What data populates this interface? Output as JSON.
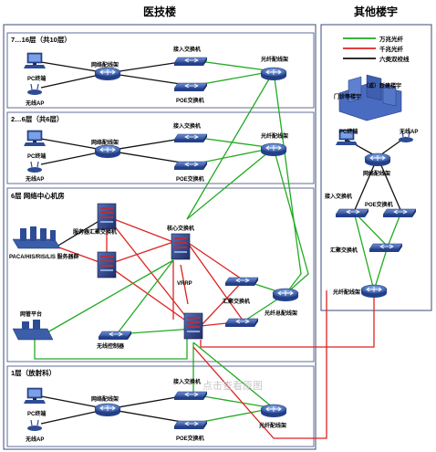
{
  "headers": {
    "main": "医技楼",
    "other": "其他楼宇"
  },
  "legend": [
    {
      "label": "万兆光纤",
      "color": "#22aa22"
    },
    {
      "label": "千兆光纤",
      "color": "#dd2222"
    },
    {
      "label": "六类双绞线",
      "color": "#111111"
    }
  ],
  "colors": {
    "border": "#3c4a7a",
    "router": "#3f63b0",
    "switch": "#3a5ea8",
    "server": "#2d3f80",
    "building": "#4a6cc0"
  },
  "section_7_16": {
    "title": "7…16层（共10层）",
    "pc": "PC终端",
    "wap": "无线AP",
    "distribution": "网络配线架",
    "access_switch": "接入交换机",
    "poe_switch": "POE交换机",
    "fiber_patch": "光纤配线架"
  },
  "section_2_6": {
    "title": "2…6层（共6层）",
    "pc": "PC终端",
    "wap": "无线AP",
    "distribution": "网络配线架",
    "access_switch": "接入交换机",
    "poe_switch": "POE交换机",
    "fiber_patch": "光纤配线架"
  },
  "section_6": {
    "title": "6层 网络中心机房",
    "server_agg": "服务器汇聚交换机",
    "servers": "PACA/HIS/RIS/LIS 服务器群",
    "core": "核心交换机",
    "vrrp": "VRRP",
    "agg_switch": "汇聚交换机",
    "fiber_main": "光纤总配线架",
    "nms": "网管平台",
    "wlc": "无线控制器"
  },
  "section_1": {
    "title": "1层（放射科）",
    "pc": "PC终端",
    "wap": "无线AP",
    "distribution": "网络配线架",
    "access_switch": "接入交换机",
    "poe_switch": "POE交换机",
    "fiber_patch": "光纤配线架"
  },
  "other_building": {
    "campus": "门诊等楼宇",
    "new_building": "（或）新建楼宇",
    "pc": "PC终端",
    "wap": "无线AP",
    "distribution": "网络配线架",
    "access_switch": "接入交换机",
    "poe_switch": "POE交换机",
    "agg_switch": "汇聚交换机",
    "fiber_patch": "光纤配线架"
  },
  "watermark": "点击查看原图"
}
